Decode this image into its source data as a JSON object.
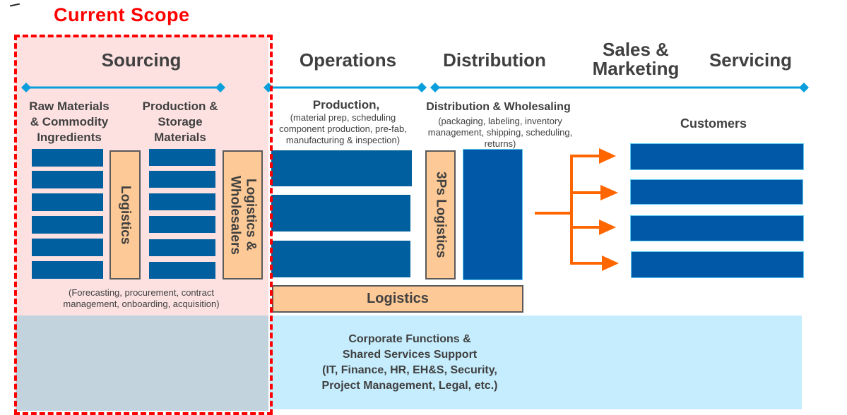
{
  "scope": {
    "title": "Current Scope",
    "border_color": "#ff0000"
  },
  "phases": [
    {
      "label": "Sourcing"
    },
    {
      "label": "Operations"
    },
    {
      "label": "Distribution"
    },
    {
      "label": "Sales &\nMarketing"
    },
    {
      "label": "Servicing"
    }
  ],
  "sourcing": {
    "raw_materials_label": "Raw Materials\n& Commodity\nIngredients",
    "production_storage_label": "Production &\nStorage\nMaterials",
    "logistics_label": "Logistics",
    "logistics_wholesalers_label": "Logistics &\nWholesalers",
    "description": "(Forecasting, procurement, contract\nmanagement, onboarding, acquisition)"
  },
  "operations": {
    "title": "Production,",
    "description": "(material prep, scheduling\ncomponent production, pre-fab,\nmanufacturing & inspection)"
  },
  "distribution": {
    "title": "Distribution & Wholesaling",
    "description": "(packaging, labeling, inventory\nmanagement, shipping, scheduling,\nreturns)",
    "third_party_label": "3Ps Logistics"
  },
  "logistics_bar_label": "Logistics",
  "customers": {
    "title": "Customers",
    "count": 4
  },
  "corporate": {
    "text": "Corporate Functions &\nShared Services Support\n(IT, Finance, HR, EH&S, Security,\nProject Management, Legal, etc.)"
  },
  "colors": {
    "accent_line": "#0a9fdc",
    "bar_blue": "#005f9e",
    "logistics_tan": "#fdc996",
    "arrow_orange": "#ff6600",
    "scope_pink": "#fde1e1",
    "support_blue": "#c5edfd"
  }
}
